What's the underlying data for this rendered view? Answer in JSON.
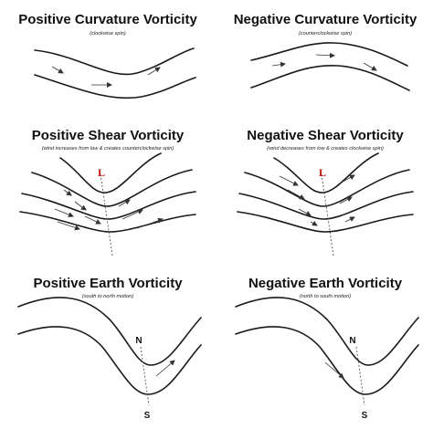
{
  "panels": {
    "pos_curv": {
      "title": "Positive Curvature Vorticity",
      "subtitle": "(clockwise spin)"
    },
    "neg_curv": {
      "title": "Negative Curvature Vorticity",
      "subtitle": "(counterclockwise spin)"
    },
    "pos_shear": {
      "title": "Positive Shear Vorticity",
      "subtitle": "(wind increases from low & creates counterclockwise spin)",
      "low_label": "L"
    },
    "neg_shear": {
      "title": "Negative Shear Vorticity",
      "subtitle": "(wind decreases from low & creates clockwise spin)",
      "low_label": "L"
    },
    "pos_earth": {
      "title": "Positive Earth Vorticity",
      "subtitle": "(south to north motion)",
      "north_label": "N",
      "south_label": "S"
    },
    "neg_earth": {
      "title": "Negative Earth Vorticity",
      "subtitle": "(north to south motion)",
      "north_label": "N",
      "south_label": "S"
    }
  },
  "colors": {
    "low": "#c0140c",
    "line": "#1a1a1a"
  }
}
